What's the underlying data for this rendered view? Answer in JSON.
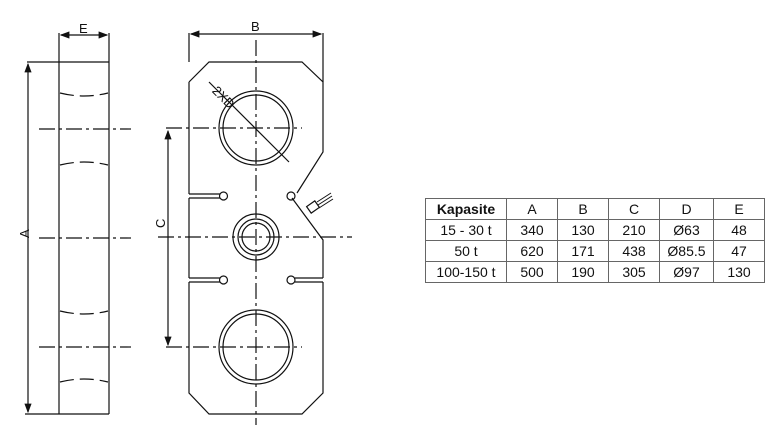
{
  "drawing": {
    "dim_labels": {
      "A": "A",
      "B": "B",
      "C": "C",
      "E": "E",
      "diameter": "2XD"
    }
  },
  "table": {
    "headers": [
      "Kapasite",
      "A",
      "B",
      "C",
      "D",
      "E"
    ],
    "rows": [
      [
        "15 - 30 t",
        "340",
        "130",
        "210",
        "Ø63",
        "48"
      ],
      [
        "50 t",
        "620",
        "171",
        "438",
        "Ø85.5",
        "47"
      ],
      [
        "100-150 t",
        "500",
        "190",
        "305",
        "Ø97",
        "130"
      ]
    ]
  }
}
